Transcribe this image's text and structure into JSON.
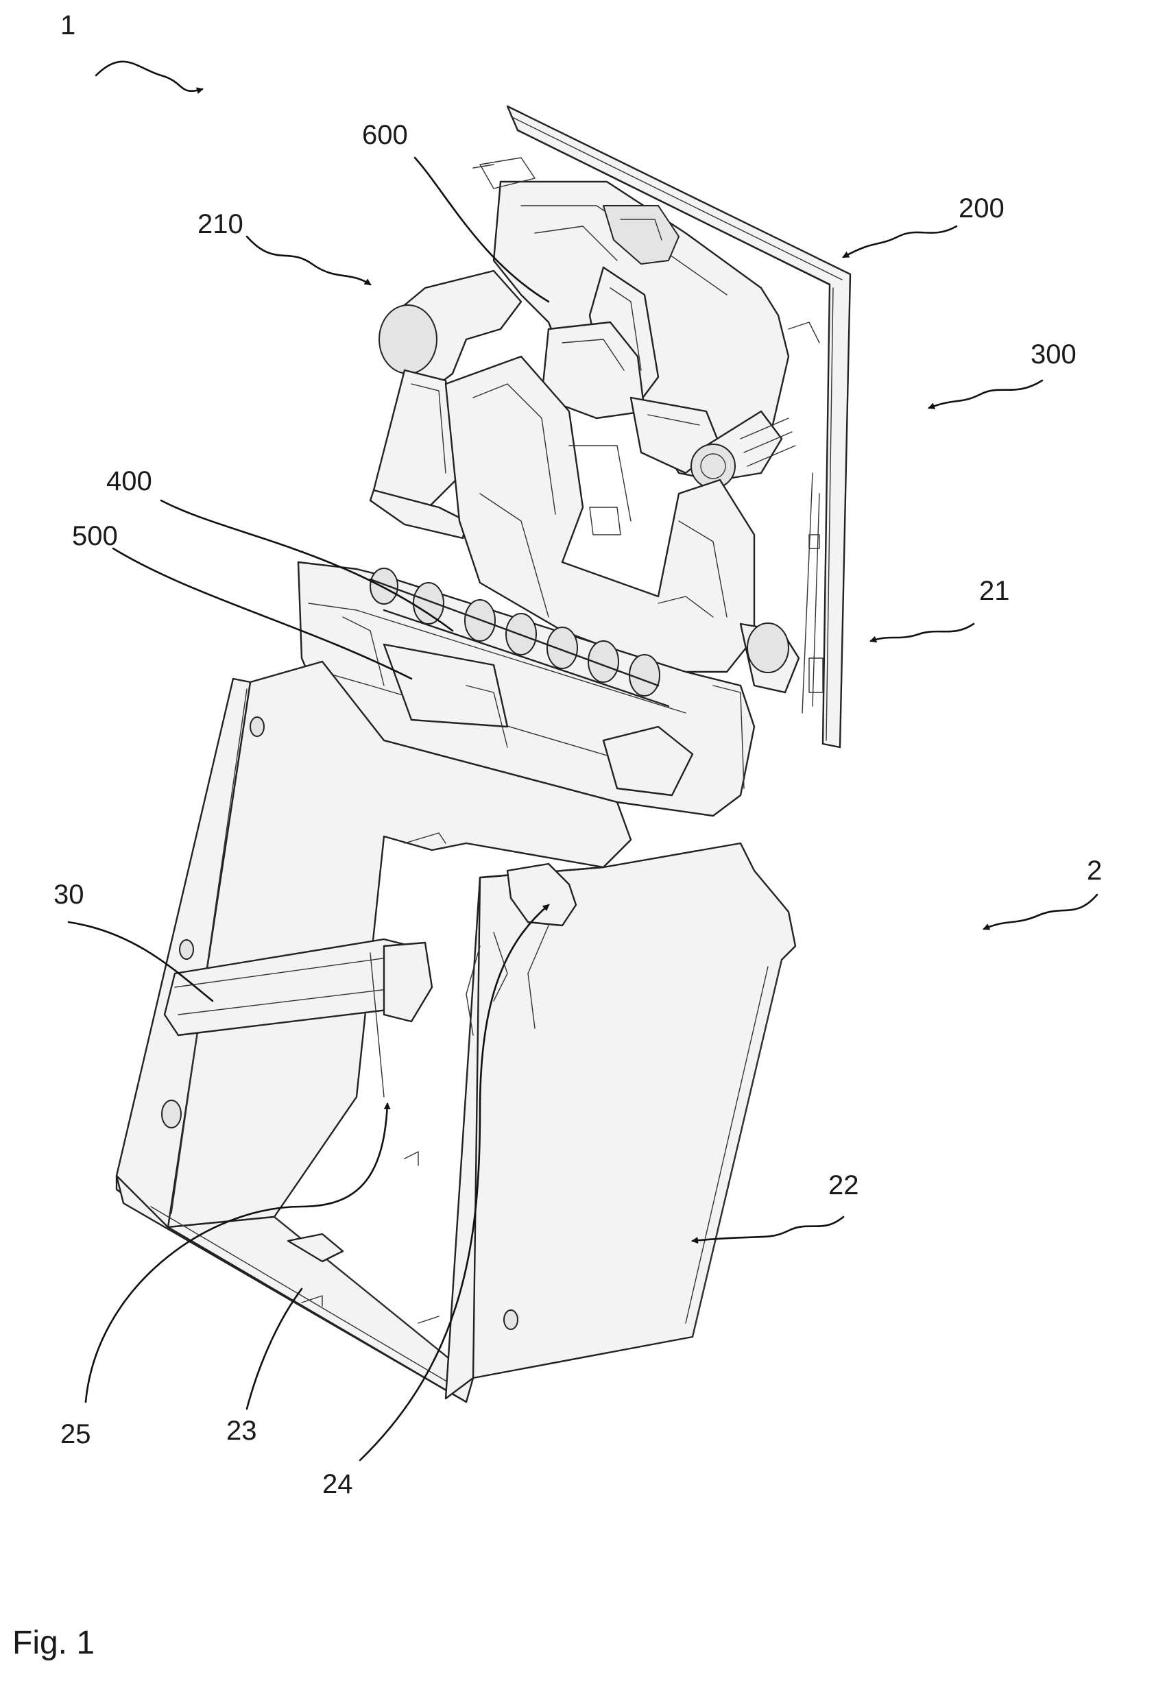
{
  "figure": {
    "caption": "Fig. 1",
    "reference_labels": [
      {
        "id": "1",
        "text": "1"
      },
      {
        "id": "600",
        "text": "600"
      },
      {
        "id": "200",
        "text": "200"
      },
      {
        "id": "210",
        "text": "210"
      },
      {
        "id": "300",
        "text": "300"
      },
      {
        "id": "400",
        "text": "400"
      },
      {
        "id": "500",
        "text": "500"
      },
      {
        "id": "21",
        "text": "21"
      },
      {
        "id": "2",
        "text": "2"
      },
      {
        "id": "30",
        "text": "30"
      },
      {
        "id": "22",
        "text": "22"
      },
      {
        "id": "25",
        "text": "25"
      },
      {
        "id": "23",
        "text": "23"
      },
      {
        "id": "24",
        "text": "24"
      }
    ]
  }
}
